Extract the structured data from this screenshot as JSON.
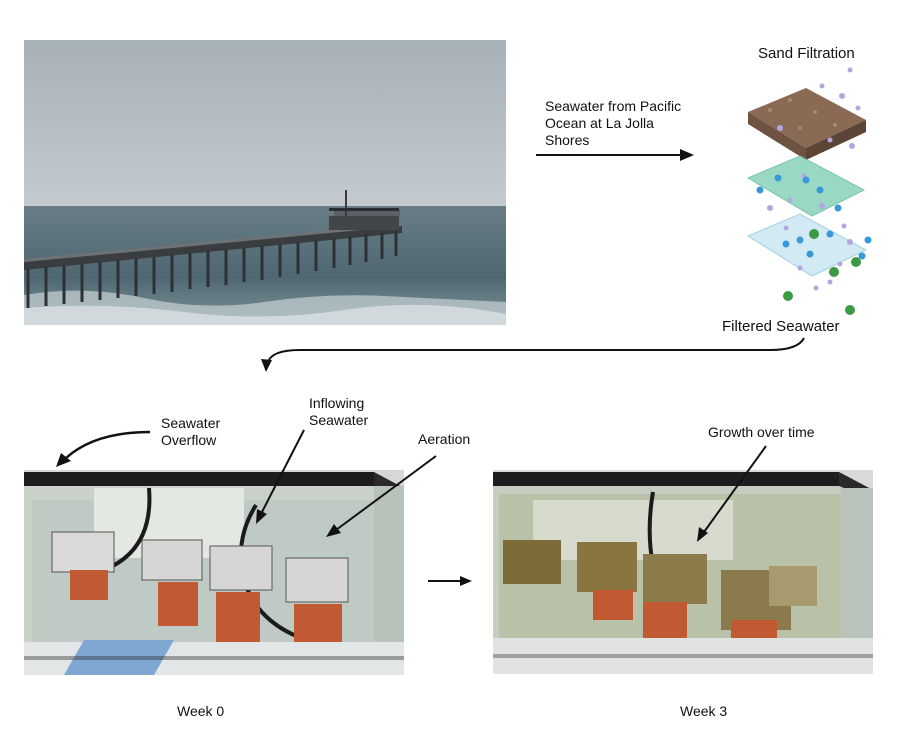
{
  "labels": {
    "sand_filtration": "Sand Filtration",
    "seawater_source": "Seawater from Pacific Ocean at La Jolla Shores",
    "filtered_seawater": "Filtered Seawater",
    "seawater_overflow": "Seawater Overflow",
    "inflowing_seawater": "Inflowing Seawater",
    "aeration": "Aeration",
    "growth_over_time": "Growth over time",
    "week0": "Week 0",
    "week3": "Week 3"
  },
  "colors": {
    "sky": "#aeb7bd",
    "ocean": "#58707a",
    "sand_layer": "#8b6a55",
    "teal_layer": "#8fd4bd",
    "light_layer": "#cde8f3",
    "particle_purple": "#b4a6e0",
    "particle_blue": "#3a98d8",
    "particle_green": "#3d9a44",
    "arrow": "#111111"
  }
}
